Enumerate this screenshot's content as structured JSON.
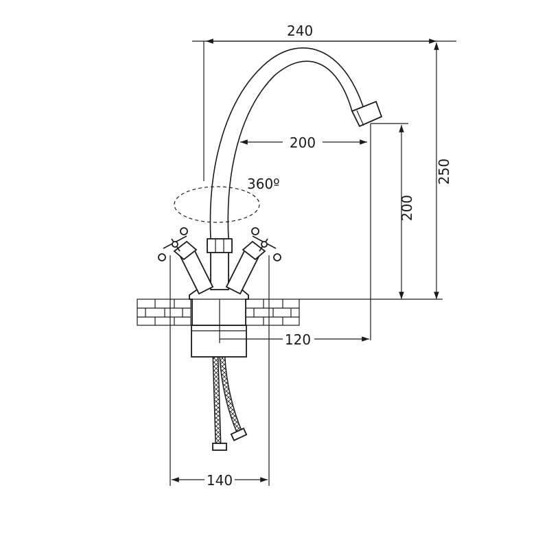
{
  "dimensions": {
    "width_total": "240",
    "height_total": "250",
    "reach": "200",
    "spout_height": "200",
    "base_offset": "120",
    "handle_span": "140"
  },
  "rotation_label": "360º",
  "colors": {
    "line": "#1a1a1a",
    "background": "#ffffff"
  }
}
